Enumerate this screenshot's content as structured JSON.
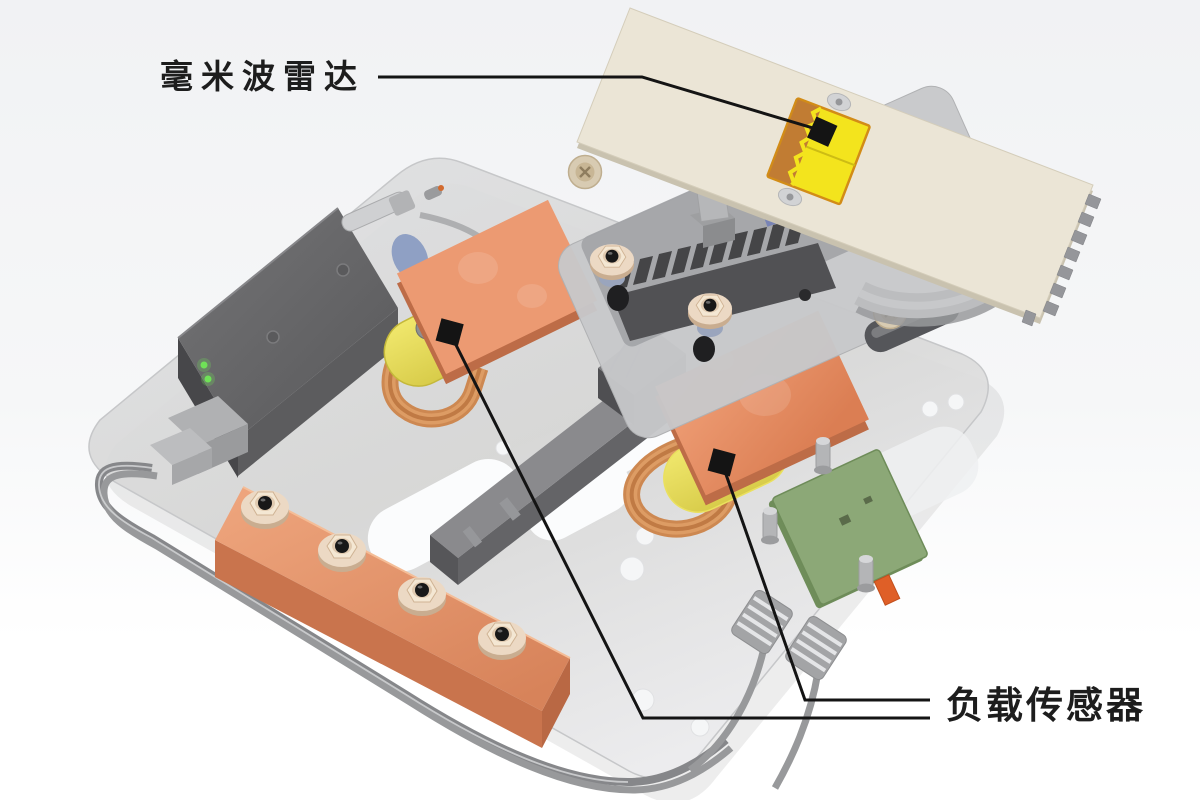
{
  "figure": {
    "type": "annotated 3D product illustration",
    "description": "Sensor test fixture render with callout labels"
  },
  "annotations": {
    "radar": {
      "label": "毫米波雷达",
      "target": "millimeter-wave radar board"
    },
    "load_sensor": {
      "label": "负载传感器",
      "target": "two load cells under copper plates"
    }
  },
  "components": {
    "baseplate": "translucent base plate with capsule cutouts",
    "control_module": "dark gray module with two status LEDs",
    "busbar": "copper bus bar with four flange nuts",
    "load_cells": "yellow load cells with copper flex ribbons",
    "heatsink": "finned heatsink",
    "mounting_plate": "gray mounting plate with socket screws",
    "bracket": "curved gray radar bracket",
    "carrier_panel": "cream notched carrier panel",
    "radar_board": "yellow/copper radar antenna board",
    "interface_pcb": "green PCB with orange connector",
    "cables": "gray cable bundle along plate edge"
  },
  "colors": {
    "background_top": "#f1f2f4",
    "background_bottom": "#ffffff",
    "label_text": "#1d1d1d",
    "callout_line": "#141414",
    "baseplate": "#e4e5e7",
    "copper_busbar_side": "#c9744d",
    "copper_plate": "#ec9a72",
    "flex_ribbon": "#cd8851",
    "load_cell_yellow": "#eae05e",
    "radar_board_yellow": "#f3e41d",
    "radar_board_copper": "#c17c33",
    "carrier_panel_cream": "#ebe5d6",
    "pcb_green": "#8ca877",
    "connector_orange": "#df5f27",
    "module_dark_gray": "#5c5c5e",
    "led_green": "#6fe257",
    "metal_gray": "#c7c8ca",
    "heatsink_dark": "#454547",
    "nut_brass": "#ecd9c4",
    "cable_gray": "#98999b"
  }
}
